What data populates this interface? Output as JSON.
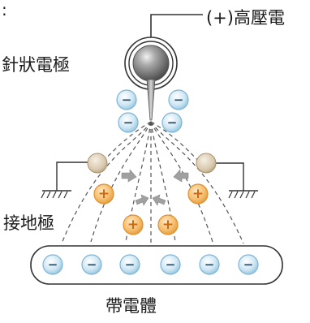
{
  "corner_mark": ":",
  "labels": {
    "high_voltage": "(+)高壓電",
    "needle_electrode": "針狀電極",
    "ground_electrode": "接地極",
    "charged_body": "帶電體"
  },
  "ions": {
    "negative_symbol": "−",
    "positive_symbol": "+"
  },
  "colors": {
    "negative_ion_fill": "#bfe0f1",
    "negative_ion_stroke": "#7fb4d3",
    "positive_ion_fill": "#f6c27a",
    "positive_ion_stroke": "#e0902c",
    "arrow": "#9c9c9c",
    "ground_ball": "#d8c9b0",
    "electrode_ball": "#8a8a8a",
    "line": "#333333"
  }
}
